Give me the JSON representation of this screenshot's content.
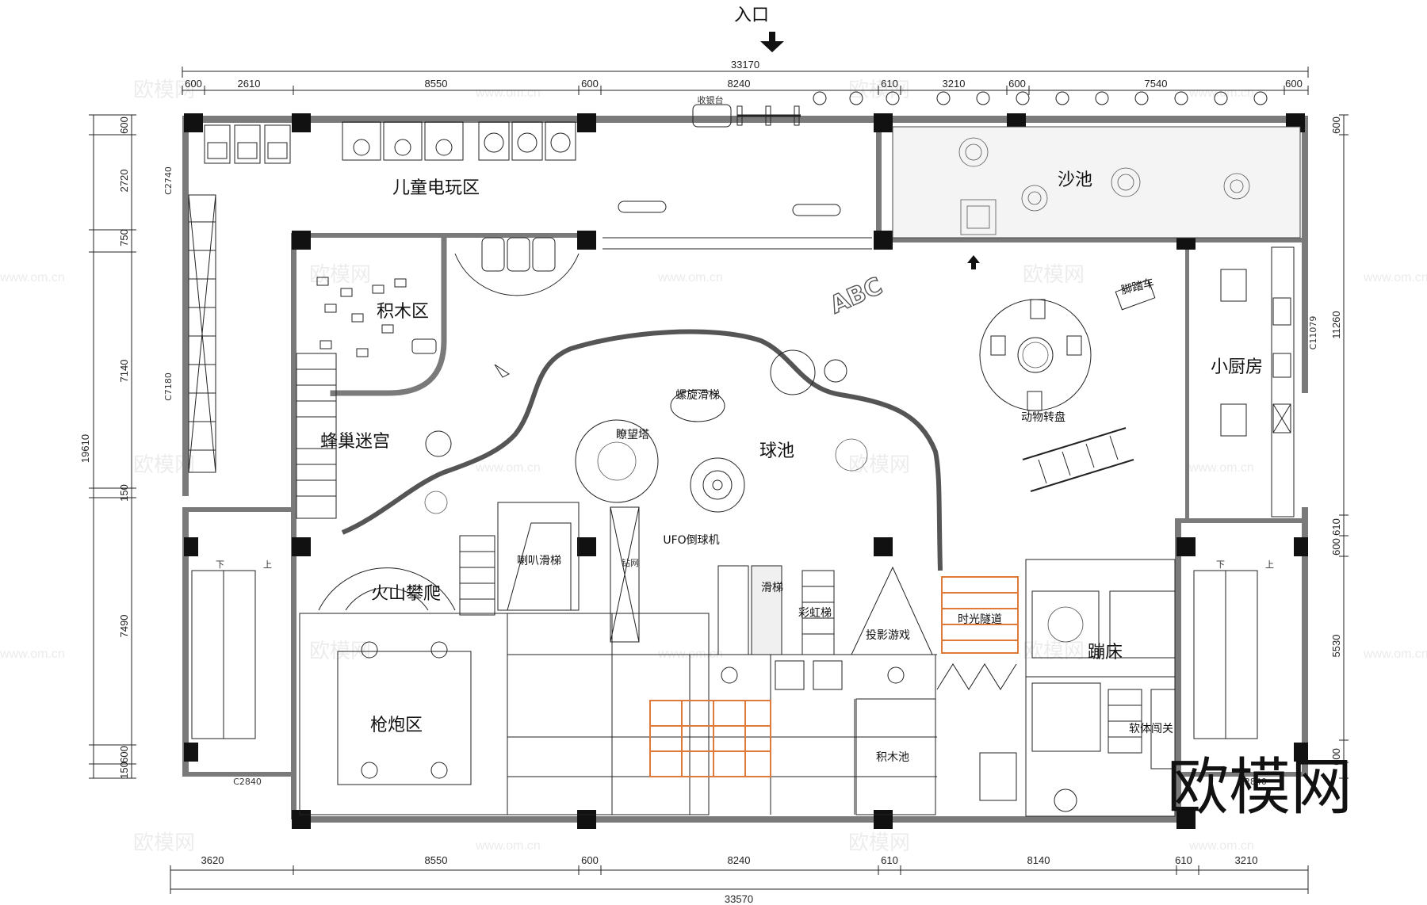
{
  "entrance_label": "入口",
  "dims": {
    "top_total": "33170",
    "top": [
      "600",
      "2610",
      "8550",
      "600",
      "8240",
      "610",
      "3210",
      "600",
      "7540",
      "600"
    ],
    "bottom_total": "33570",
    "bottom": [
      "3620",
      "8550",
      "600",
      "8240",
      "610",
      "8140",
      "610",
      "3210"
    ],
    "left": [
      "600",
      "2720",
      "750",
      "7140",
      "150",
      "7490",
      "600",
      "150"
    ],
    "left_total": "19610",
    "right": [
      "600",
      "11260",
      "610",
      "600",
      "5530",
      "600"
    ]
  },
  "window_labels": [
    "C2740",
    "C7180",
    "C2840",
    "C11079",
    "C2840"
  ],
  "rooms": {
    "arcade": "儿童电玩区",
    "sandpit": "沙池",
    "blocks_zone": "积木区",
    "hive_maze": "蜂巢迷宫",
    "lookout_tower": "瞭望塔",
    "spiral_slide": "螺旋滑梯",
    "ball_pool": "球池",
    "animal_carousel": "动物转盘",
    "kitchen": "小厨房",
    "pedal_car": "脚踏车",
    "trumpet_slide": "喇叭滑梯",
    "drill_net": "钻网",
    "ufo_ball": "UFO倒球机",
    "slide": "滑梯",
    "rainbow_ladder": "彩虹梯",
    "projection_game": "投影游戏",
    "time_tunnel": "时光隧道",
    "volcano_climb": "火山攀爬",
    "trampoline": "蹦床",
    "gun_zone": "枪炮区",
    "soft_obstacle": "软体闯关",
    "block_pool": "积木池",
    "abc": "ABC"
  },
  "stair_marks": [
    "下",
    "上",
    "下",
    "上"
  ],
  "reception_label": "收银台",
  "watermark_text": "欧模网",
  "watermark_url": "www.om.cn",
  "brand": "欧模网",
  "colors": {
    "orange_accent": "#e07a3a",
    "wall": "#7a7a7a",
    "column": "#111111"
  }
}
